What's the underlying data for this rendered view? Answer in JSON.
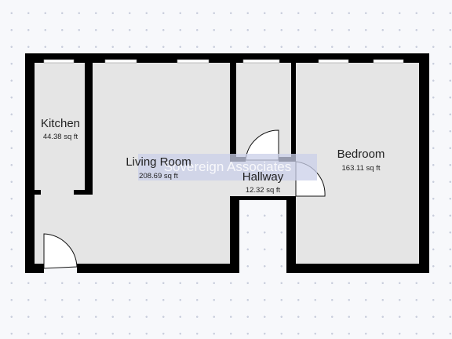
{
  "rooms": {
    "kitchen": {
      "name": "Kitchen",
      "area": "44.38 sq ft"
    },
    "living": {
      "name": "Living Room",
      "area": "208.69 sq ft"
    },
    "hallway": {
      "name": "Hallway",
      "area": "12.32 sq ft"
    },
    "bedroom": {
      "name": "Bedroom",
      "area": "163.11 sq ft"
    }
  },
  "watermark": {
    "text": "Sovereign Associates"
  },
  "colors": {
    "wall": "#000000",
    "floor": "#e5e5e5",
    "window": "#ffffff",
    "watermark_band": "#c9cfe8"
  }
}
